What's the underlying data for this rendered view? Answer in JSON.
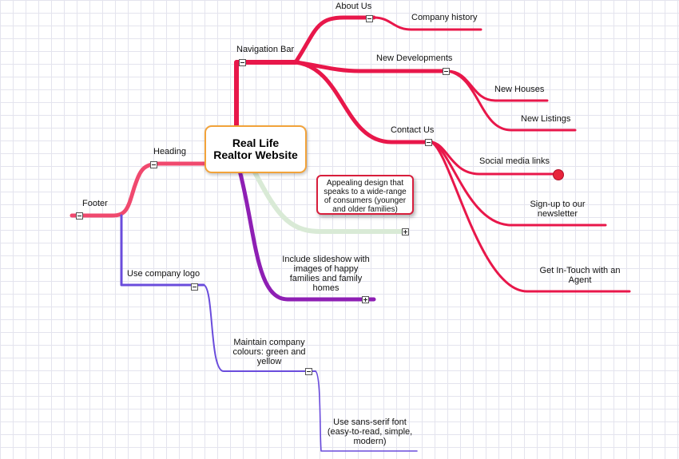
{
  "root": {
    "title": "Real Life\nRealtor Website"
  },
  "colors": {
    "red": "#e8174a",
    "pink": "#f0496e",
    "purple": "#8e1fb4",
    "blue": "#6a4cdc",
    "green": "#d9ead6",
    "root_border": "#f2a33a"
  },
  "nodes": {
    "navigation_bar": "Navigation Bar",
    "about_us": "About Us",
    "company_history": "Company history",
    "new_developments": "New Developments",
    "new_houses": "New Houses",
    "new_listings": "New Listings",
    "contact_us": "Contact Us",
    "social_media_links": "Social media links",
    "signup_newsletter": "Sign-up to our\nnewsletter",
    "get_in_touch": "Get In-Touch with an\nAgent",
    "heading": "Heading",
    "footer": "Footer",
    "use_company_logo": "Use company logo",
    "maintain_colours": "Maintain company\ncolours: green and\nyellow",
    "sans_serif_font": "Use sans-serif font\n(easy-to-read, simple,\nmodern)",
    "slideshow": "Include slideshow with\nimages of happy\nfamilies and family\nhomes"
  },
  "callout": {
    "text": "Appealing design that\nspeaks to a wide-range\nof consumers (younger\nand older families)"
  }
}
